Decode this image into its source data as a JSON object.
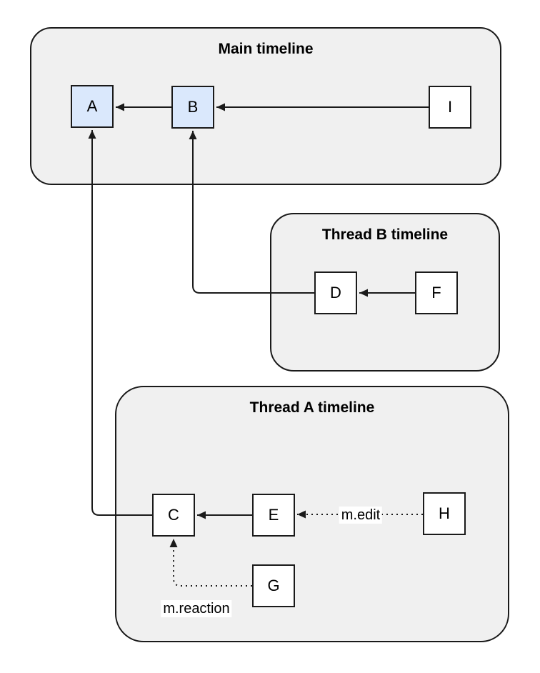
{
  "containers": {
    "main": {
      "title": "Main timeline"
    },
    "thread_b": {
      "title": "Thread B timeline"
    },
    "thread_a": {
      "title": "Thread A timeline"
    }
  },
  "nodes": {
    "a": {
      "label": "A",
      "highlighted": true
    },
    "b": {
      "label": "B",
      "highlighted": true
    },
    "i": {
      "label": "I",
      "highlighted": false
    },
    "d": {
      "label": "D",
      "highlighted": false
    },
    "f": {
      "label": "F",
      "highlighted": false
    },
    "c": {
      "label": "C",
      "highlighted": false
    },
    "e": {
      "label": "E",
      "highlighted": false
    },
    "h": {
      "label": "H",
      "highlighted": false
    },
    "g": {
      "label": "G",
      "highlighted": false
    }
  },
  "edges": [
    {
      "from": "B",
      "to": "A",
      "style": "solid",
      "label": ""
    },
    {
      "from": "I",
      "to": "B",
      "style": "solid",
      "label": ""
    },
    {
      "from": "F",
      "to": "D",
      "style": "solid",
      "label": ""
    },
    {
      "from": "D",
      "to": "B",
      "style": "solid",
      "label": ""
    },
    {
      "from": "E",
      "to": "C",
      "style": "solid",
      "label": ""
    },
    {
      "from": "C",
      "to": "A",
      "style": "solid",
      "label": ""
    },
    {
      "from": "H",
      "to": "E",
      "style": "dotted",
      "label": "m.edit"
    },
    {
      "from": "G",
      "to": "C",
      "style": "dotted",
      "label": "m.reaction"
    }
  ],
  "colors": {
    "highlight_fill": "#dae8fc",
    "node_fill": "#ffffff",
    "container_fill": "#f0f0f0",
    "stroke": "#1a1a1a",
    "page_background": "#ffffff"
  }
}
